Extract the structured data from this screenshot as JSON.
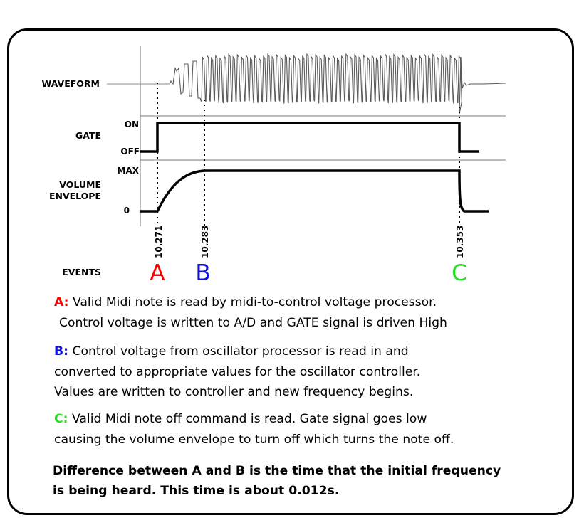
{
  "labels": {
    "waveform": "WAVEFORM",
    "gate": "GATE",
    "volume_envelope": [
      "VOLUME",
      "ENVELOPE"
    ],
    "events": "EVENTS"
  },
  "levels": {
    "gate_on": "ON",
    "gate_off": "OFF",
    "env_max": "MAX",
    "env_zero": "0"
  },
  "events": [
    {
      "letter": "A",
      "time": "10.271",
      "color": "#ff0000"
    },
    {
      "letter": "B",
      "time": "10.283",
      "color": "#1010e0"
    },
    {
      "letter": "C",
      "time": "10.353",
      "color": "#22e022"
    }
  ],
  "notes": [
    {
      "key": "A:",
      "color": "#ff0000",
      "lines": [
        "Valid Midi note is read by midi-to-control voltage processor.",
        "Control voltage is written to A/D and GATE signal is driven High"
      ]
    },
    {
      "key": "B:",
      "color": "#1010e0",
      "lines": [
        "Control voltage from oscillator processor is read in and",
        "converted to appropriate values for the oscillator controller.",
        "Values are written to controller and new frequency begins."
      ]
    },
    {
      "key": "C:",
      "color": "#22e022",
      "lines": [
        "Valid Midi note off command is read. Gate signal goes low",
        "causing the volume envelope to turn off which turns the note off."
      ]
    }
  ],
  "summary": [
    "Difference between A and B is the time that the initial frequency",
    "is being heard. This time is about 0.012s."
  ],
  "colors": {
    "A": "#ff0000",
    "B": "#1010e0",
    "C": "#22e022",
    "waveform": "#5a5a5a",
    "grid": "#7a7a7a"
  }
}
